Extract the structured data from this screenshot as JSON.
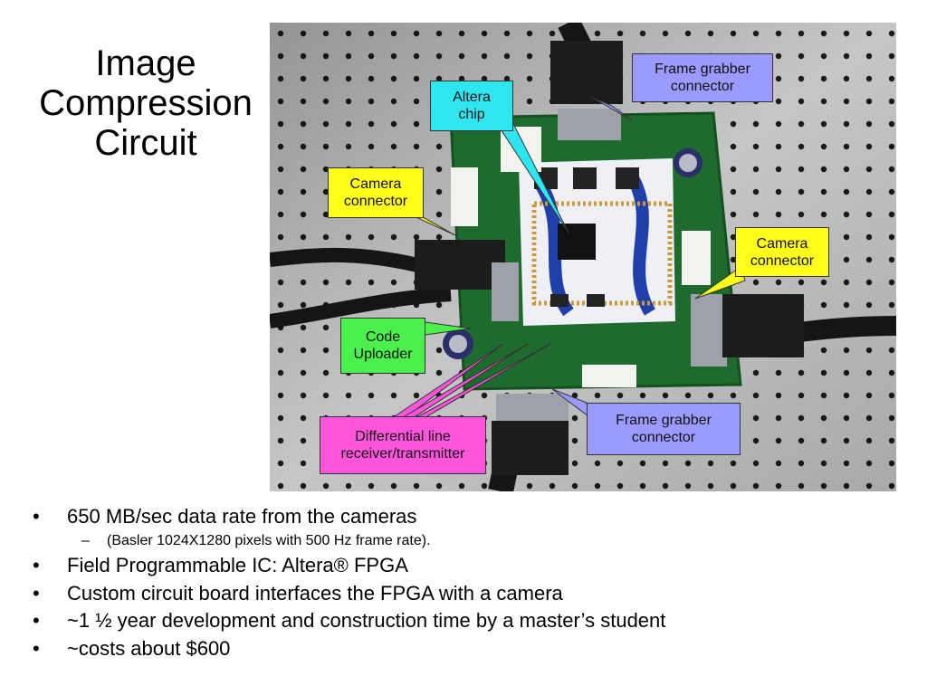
{
  "slide": {
    "title_lines": [
      "Image",
      "Compression",
      "Circuit"
    ],
    "callouts": {
      "altera_chip": [
        "Altera",
        "chip"
      ],
      "frame_grabber_top": [
        "Frame grabber",
        "connector"
      ],
      "camera_left": [
        "Camera",
        "connector"
      ],
      "camera_right": [
        "Camera",
        "connector"
      ],
      "code_uploader": [
        "Code",
        "Uploader"
      ],
      "differential": [
        "Differential line",
        "receiver/transmitter"
      ],
      "frame_grabber_bottom": [
        "Frame grabber",
        "connector"
      ]
    },
    "bullets": [
      {
        "text": "650 MB/sec data rate from the cameras",
        "sub": "(Basler 1024X1280 pixels with 500 Hz frame rate)."
      },
      {
        "text": "Field Programmable IC: Altera® FPGA"
      },
      {
        "text": "Custom circuit board interfaces the FPGA with a camera"
      },
      {
        "text": "~1 ½ year development and construction time by a master’s student"
      },
      {
        "text": "~costs about $600"
      }
    ],
    "bullet_char": "•",
    "sub_bullet_char": "–"
  },
  "colors": {
    "callout_cyan": "#2ee6f0",
    "callout_blue": "#9b9bff",
    "callout_yellow": "#ffff19",
    "callout_green": "#4cf04c",
    "callout_pink": "#ff55dd",
    "pcb_green": "#1f6b2f"
  }
}
